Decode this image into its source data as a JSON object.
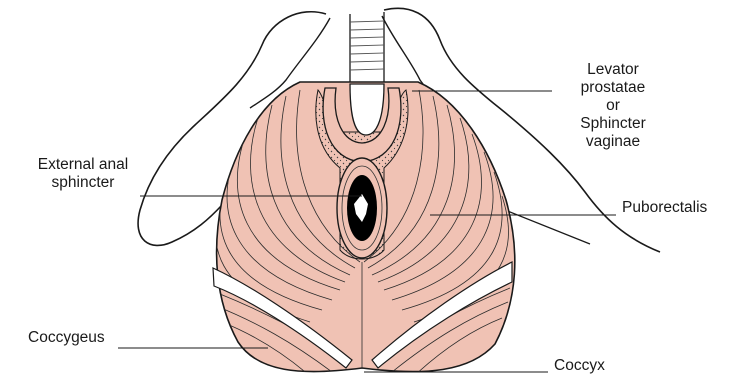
{
  "labels": {
    "levator": [
      "Levator",
      "prostatae",
      "or",
      "Sphincter",
      "vaginae"
    ],
    "external_anal_sphincter": [
      "External anal",
      "sphincter"
    ],
    "puborectalis": "Puborectalis",
    "coccygeus": "Coccygeus",
    "coccyx": "Coccyx"
  },
  "colors": {
    "muscle_fill": "#f0c2b4",
    "outline": "#1a1a1a",
    "anal_canal": "#000000"
  }
}
